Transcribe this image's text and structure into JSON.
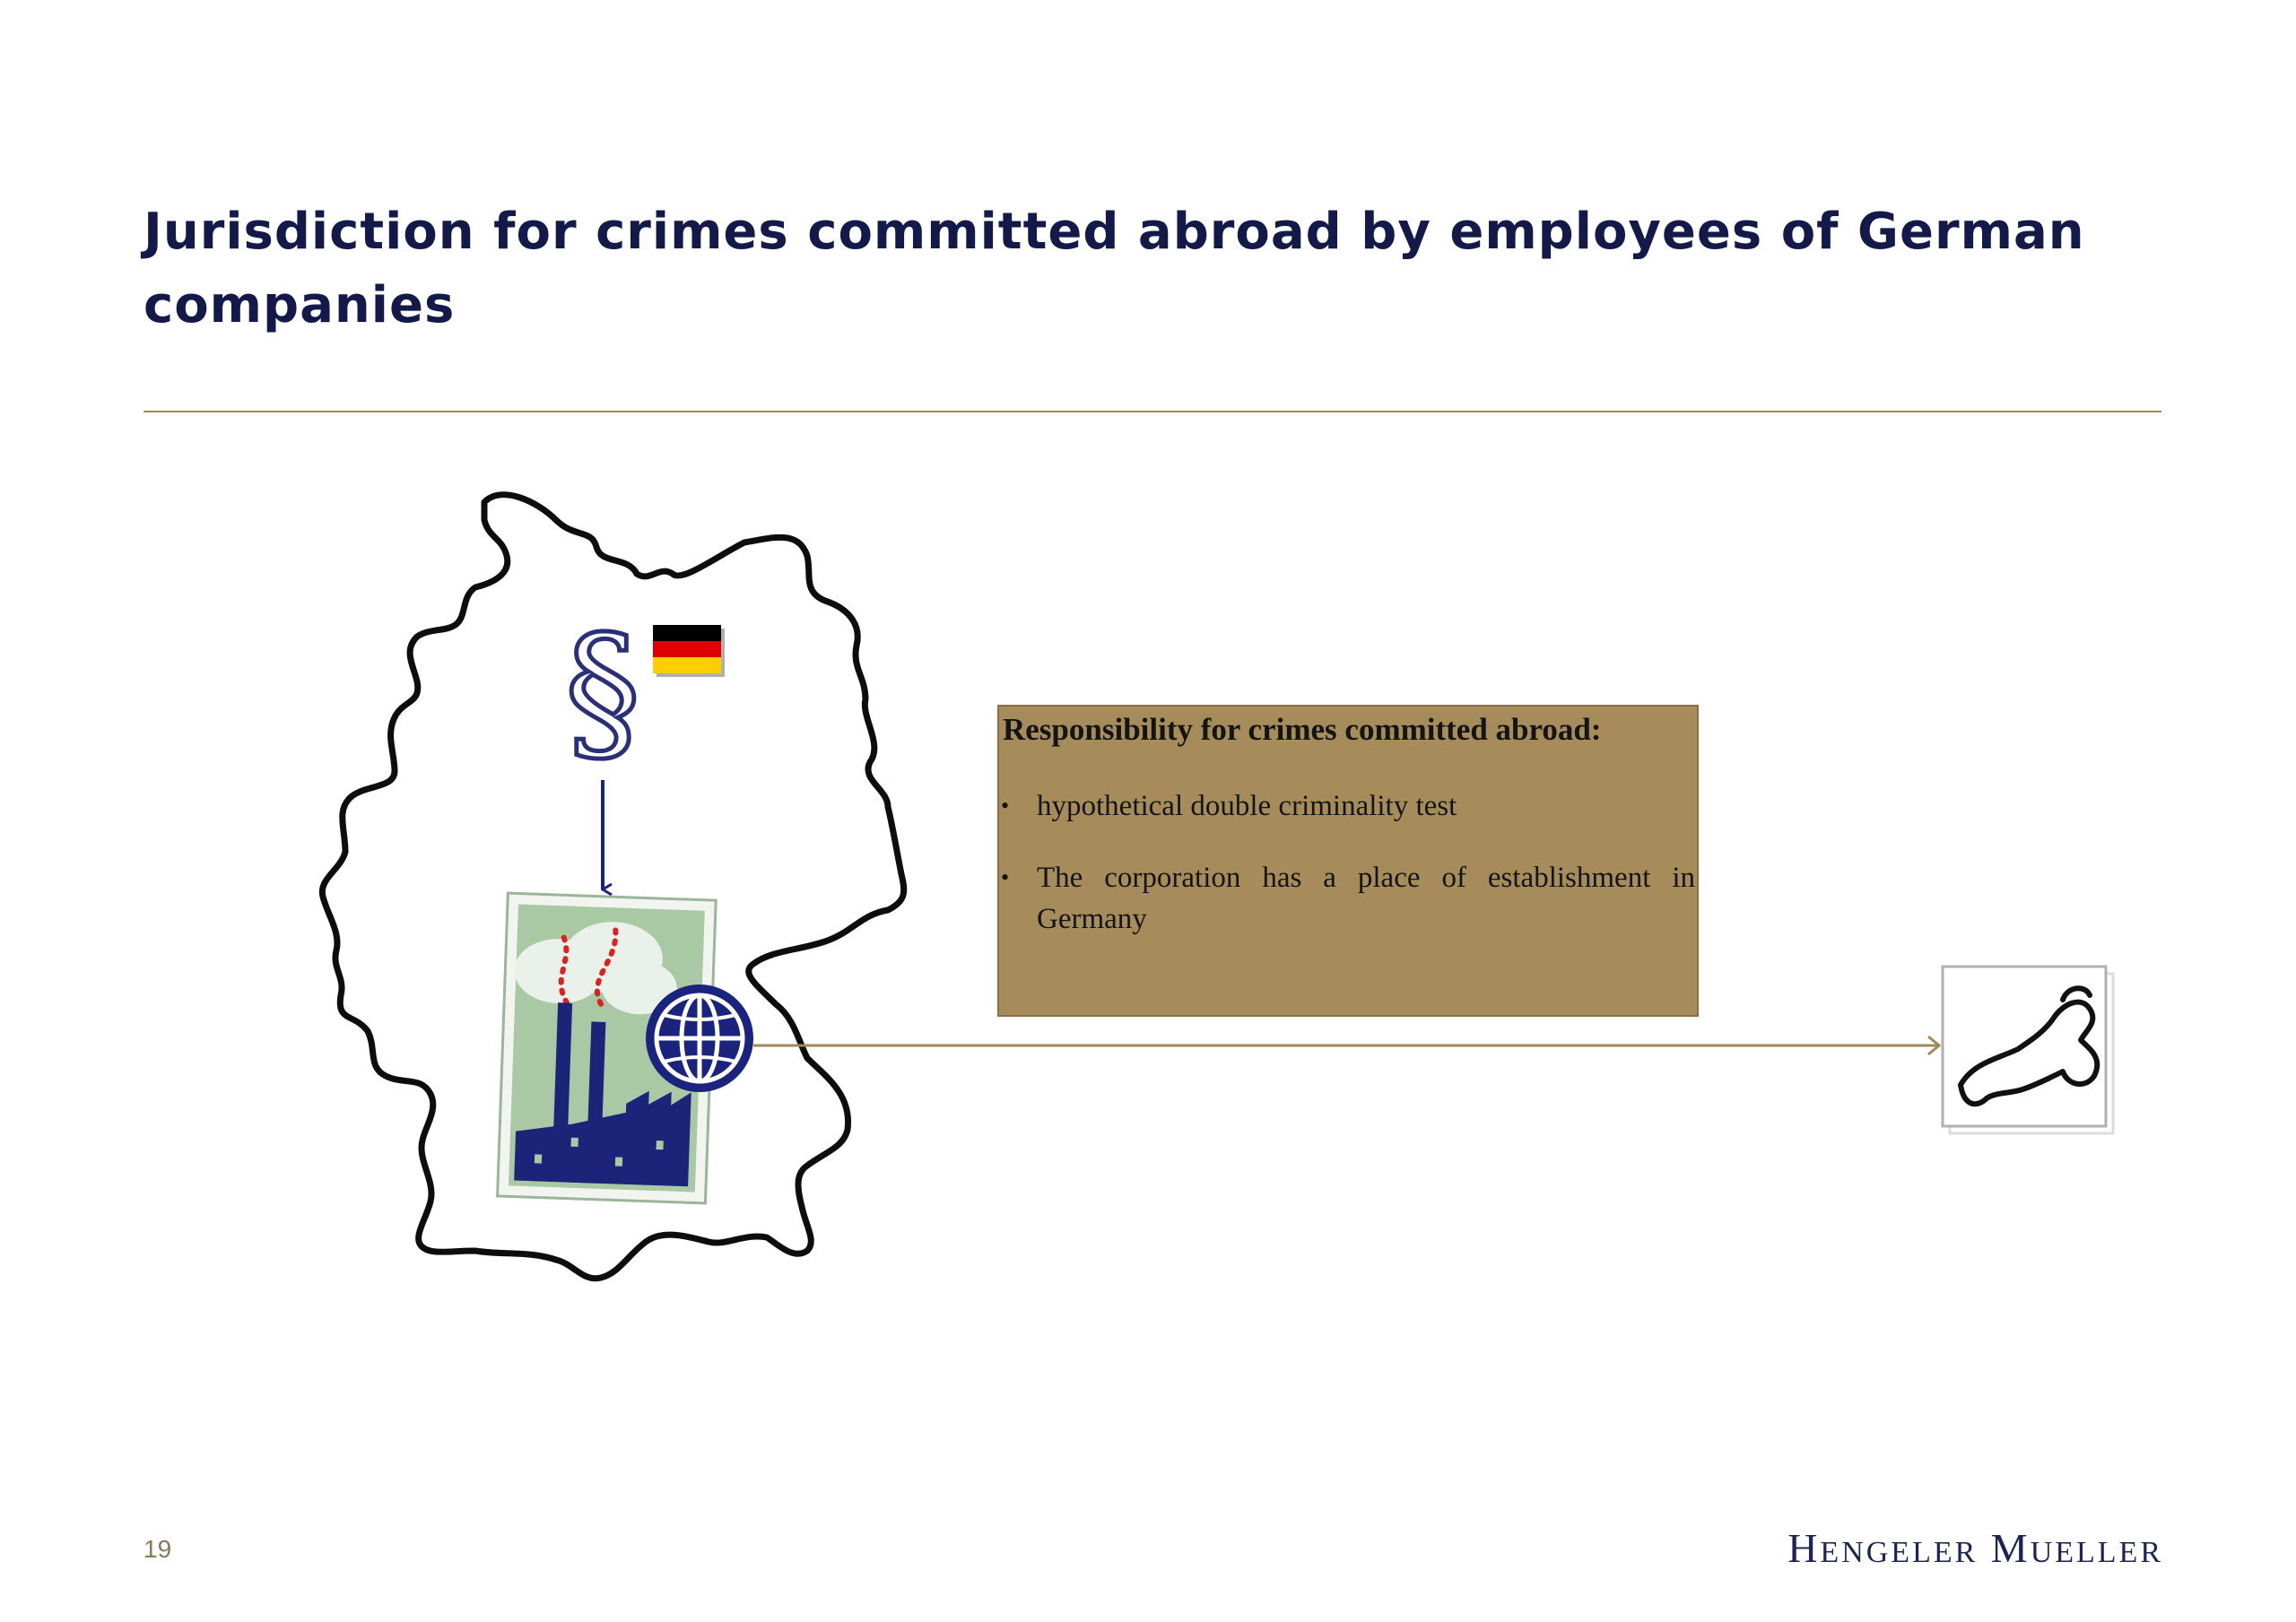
{
  "slide": {
    "title": "Jurisdiction for crimes committed abroad by employees of German companies",
    "page_number": "19"
  },
  "info_box": {
    "heading": "Responsibility for crimes committed abroad:",
    "bullets": [
      "hypothetical double criminality test",
      "The corporation has a place of establishment in Germany"
    ]
  },
  "icons": {
    "map": "germany-map-outline",
    "law": "paragraph-sign-icon",
    "flag": "german-flag-icon",
    "company": "factory-icon",
    "global": "globe-icon",
    "victim": "body-outline-icon"
  },
  "logo": {
    "first": "Hengeler",
    "second": "Mueller",
    "alt": "HENGELER MUELLER"
  },
  "colors": {
    "title": "#131a4a",
    "accent": "#a08a5c",
    "box": "#a68b5b",
    "navy": "#1a237e"
  }
}
